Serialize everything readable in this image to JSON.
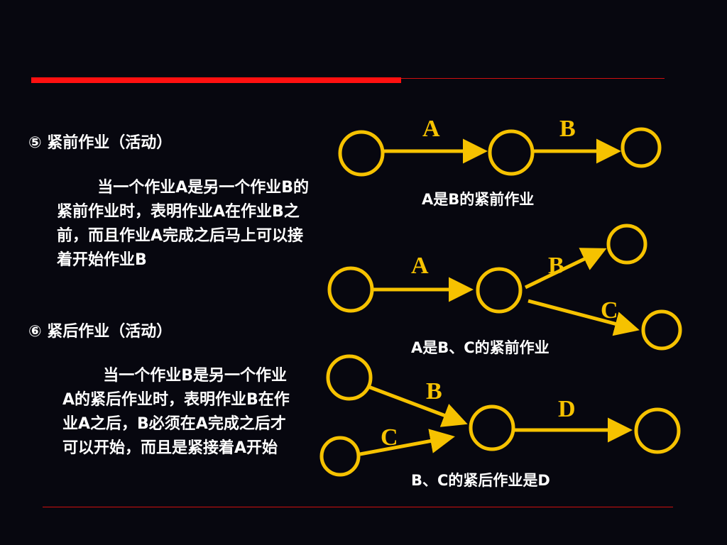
{
  "left_text": {
    "heading_1": "⑤ 紧前作业（活动）",
    "paragraph_1": "当一个作业A是另一个作业B的紧前作业时，表明作业A在作业B之前，而且作业A完成之后马上可以接着开始作业B",
    "heading_2": "⑥ 紧后作业（活动）",
    "paragraph_2": "当一个作业B是另一个作业A的紧后作业时，表明作业B在作业A之后，B必须在A完成之后才可以开始，而且是紧接着A开始"
  },
  "diagrams": [
    {
      "caption": "A是B的紧前作业",
      "edges": [
        {
          "label": "A"
        },
        {
          "label": "B"
        }
      ]
    },
    {
      "caption": "A是B、C的紧前作业",
      "edges": [
        {
          "label": "A"
        },
        {
          "label": "B"
        },
        {
          "label": "C"
        }
      ]
    },
    {
      "caption": "B、C的紧后作业是D",
      "edges": [
        {
          "label": "B"
        },
        {
          "label": "C"
        },
        {
          "label": "D"
        }
      ]
    }
  ],
  "colors": {
    "background": "#07070f",
    "accent_line": "#ff1010",
    "node_and_arrow": "#f6c200",
    "text": "#ffffff"
  }
}
